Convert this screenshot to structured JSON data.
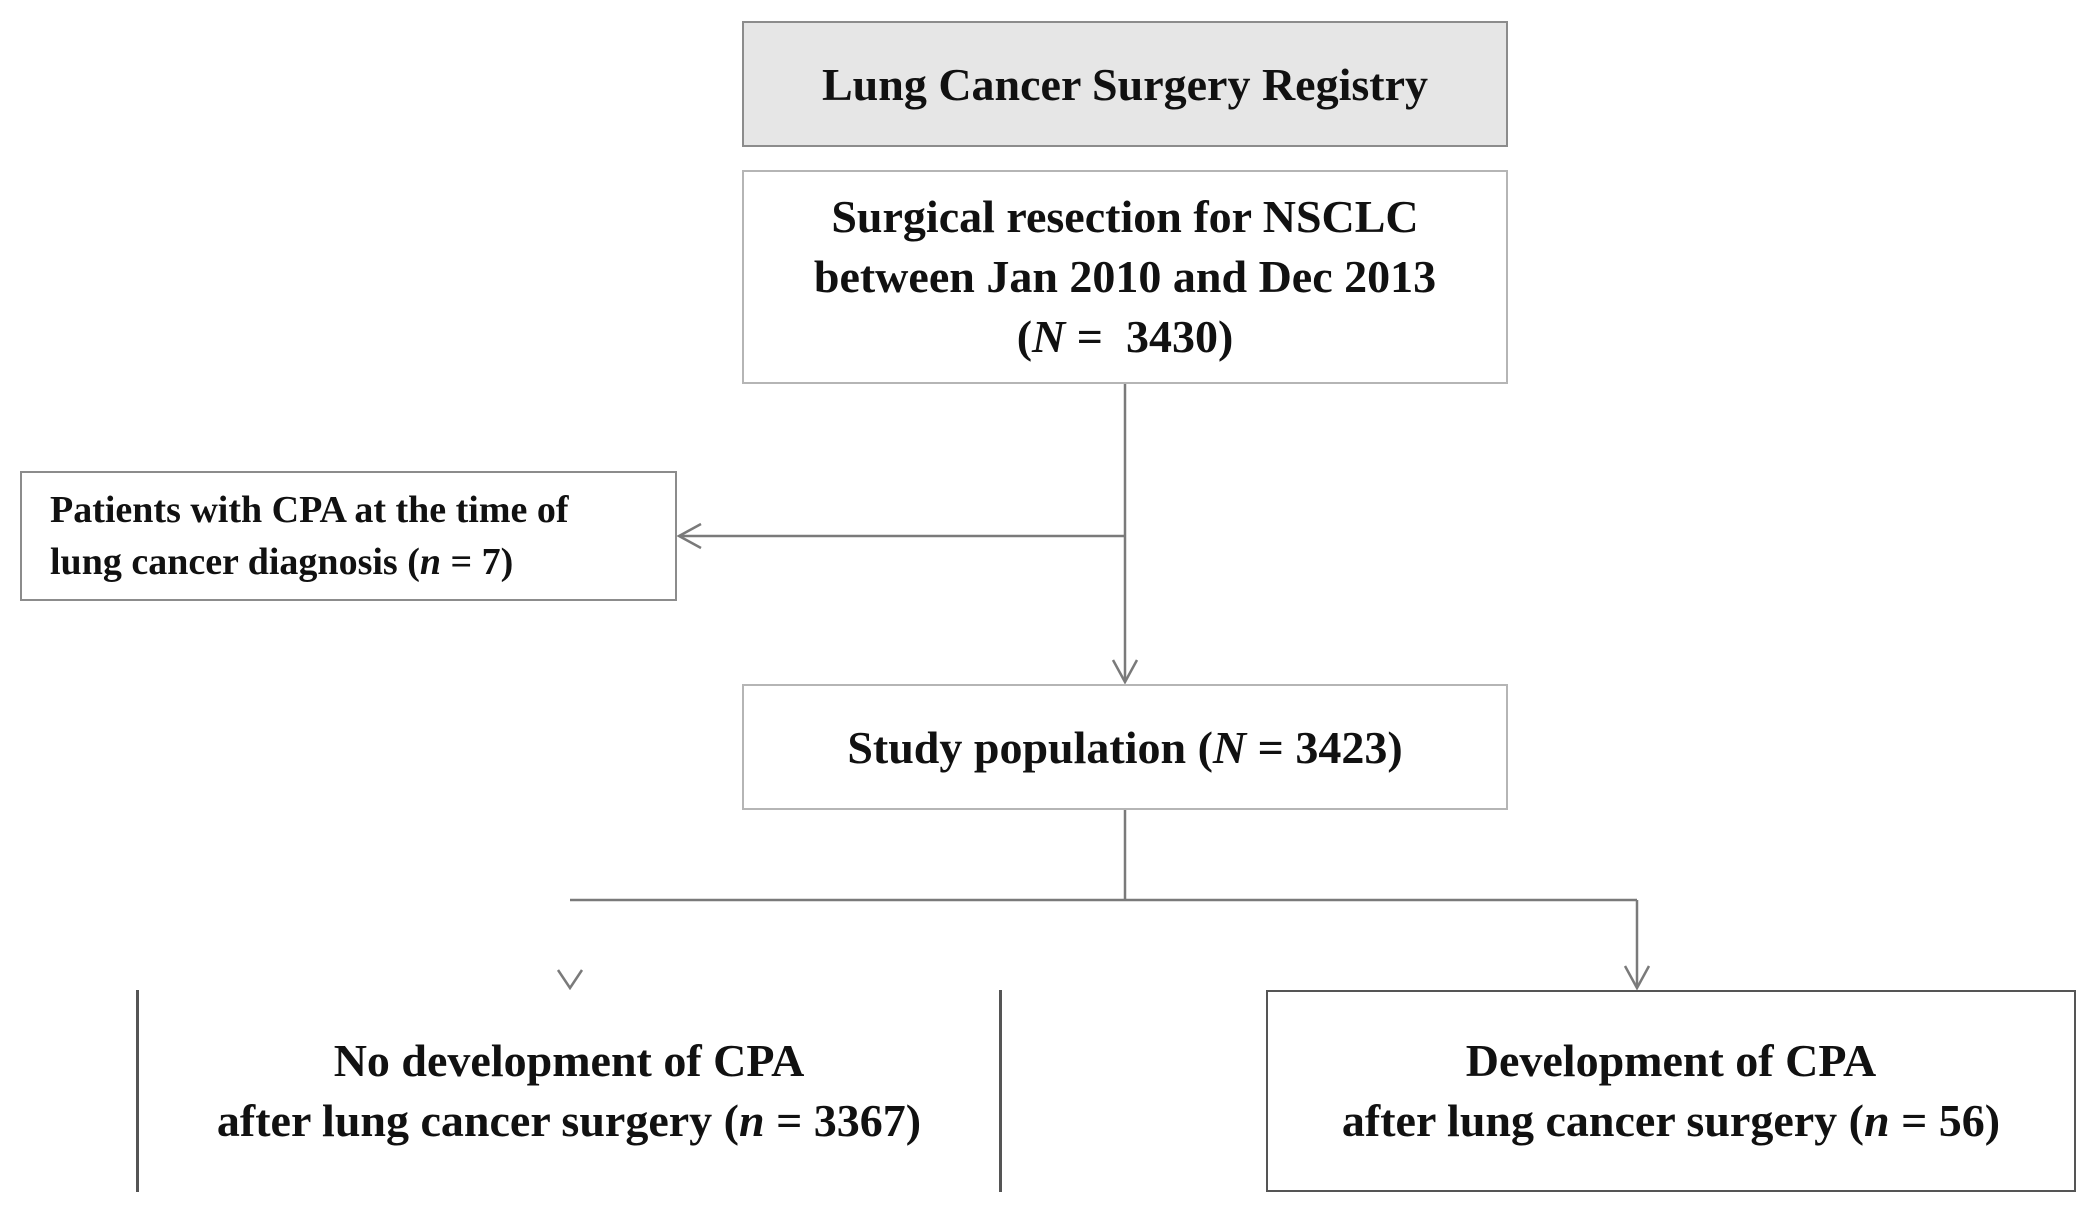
{
  "nodes": {
    "registry": {
      "text": "Lung Cancer Surgery Registry"
    },
    "resection": {
      "line1": "Surgical resection for NSCLC",
      "line2": "between Jan 2010 and Dec 2013",
      "count_prefix": "(",
      "count_var": "N",
      "count_suffix": " =  3430)"
    },
    "excluded": {
      "line1": "Patients with CPA at the time of",
      "line2_prefix": "lung cancer diagnosis (",
      "line2_var": "n",
      "line2_suffix": " = 7)"
    },
    "study_population": {
      "prefix": "Study population (",
      "var": "N",
      "suffix": " = 3423)"
    },
    "no_cpa": {
      "line1": "No development of CPA",
      "line2_prefix": "after lung cancer surgery (",
      "line2_var": "n",
      "line2_suffix": " = 3367)"
    },
    "cpa": {
      "line1": "Development of CPA",
      "line2_prefix": "after lung cancer surgery (",
      "line2_var": "n",
      "line2_suffix": " = 56)"
    }
  },
  "colors": {
    "header_fill": "#e6e6e6",
    "connector": "#7a7a7a",
    "text": "#111111"
  }
}
